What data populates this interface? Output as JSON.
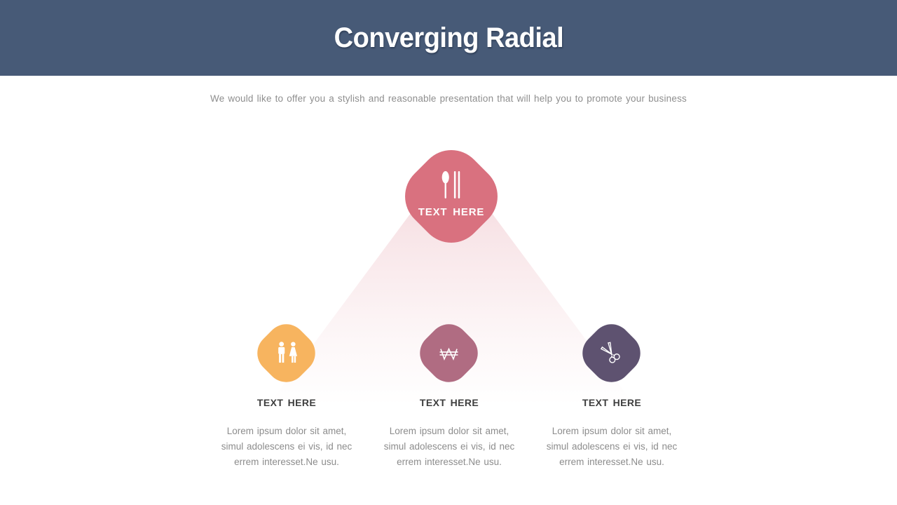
{
  "slide": {
    "title": "Converging Radial",
    "subtitle": "We would like to offer you a stylish and reasonable presentation that will help you to promote your business"
  },
  "hub": {
    "label": "TEXT HERE",
    "icon": "spoon-and-chopsticks-icon",
    "color": "#d9717f"
  },
  "nodes": [
    {
      "label": "TEXT HERE",
      "icon": "man-and-woman-icon",
      "color": "#f7b45f",
      "body": [
        "Lorem ipsum dolor sit amet,",
        "simul adolescens ei vis, id nec",
        "errem interesset.Ne usu."
      ]
    },
    {
      "label": "TEXT HERE",
      "icon": "won-currency-icon",
      "color": "#b06c82",
      "body": [
        "Lorem ipsum dolor sit amet,",
        "simul adolescens ei vis, id nec",
        "errem interesset.Ne usu."
      ]
    },
    {
      "label": "TEXT HERE",
      "icon": "scissors-icon",
      "color": "#5e5270",
      "body": [
        "Lorem ipsum dolor sit amet,",
        "simul adolescens ei vis, id nec",
        "errem interesset.Ne usu."
      ]
    }
  ],
  "colors": {
    "header_bg": "#475a77",
    "cone_tint": "#d9717f",
    "heading_text": "#3e3e3e",
    "body_text": "#8c8c8c"
  }
}
